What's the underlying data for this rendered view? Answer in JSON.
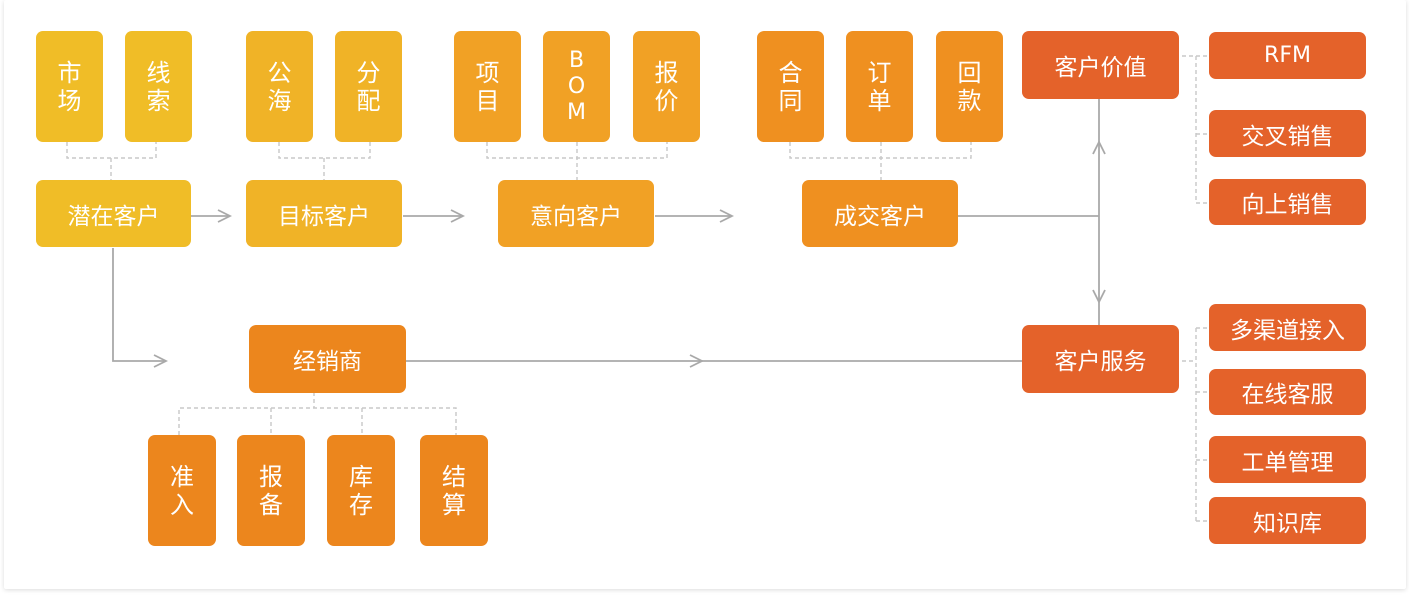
{
  "sources": {
    "market": "市场",
    "lead": "线索"
  },
  "target_sources": {
    "public_pool": "公海",
    "assign": "分配"
  },
  "intent_items": {
    "project": "项目",
    "bom": "BOM",
    "quote": "报价"
  },
  "deal_items": {
    "contract": "合同",
    "order": "订单",
    "payment": "回款"
  },
  "stages": {
    "potential": "潜在客户",
    "target": "目标客户",
    "intent": "意向客户",
    "deal": "成交客户"
  },
  "dealer": {
    "title": "经销商",
    "items": [
      "准入",
      "报备",
      "库存",
      "结算"
    ]
  },
  "value": {
    "title": "客户价值",
    "items": [
      "RFM",
      "交叉销售",
      "向上销售"
    ]
  },
  "service": {
    "title": "客户服务",
    "items": [
      "多渠道接入",
      "在线客服",
      "工单管理",
      "知识库"
    ]
  },
  "colors": {
    "yellow": "#f0bd27",
    "amber": "#f1a125",
    "orange": "#ec861d",
    "red_orange": "#e4622a",
    "connector": "#a9a9a9",
    "dashed": "#c8c8c8"
  }
}
